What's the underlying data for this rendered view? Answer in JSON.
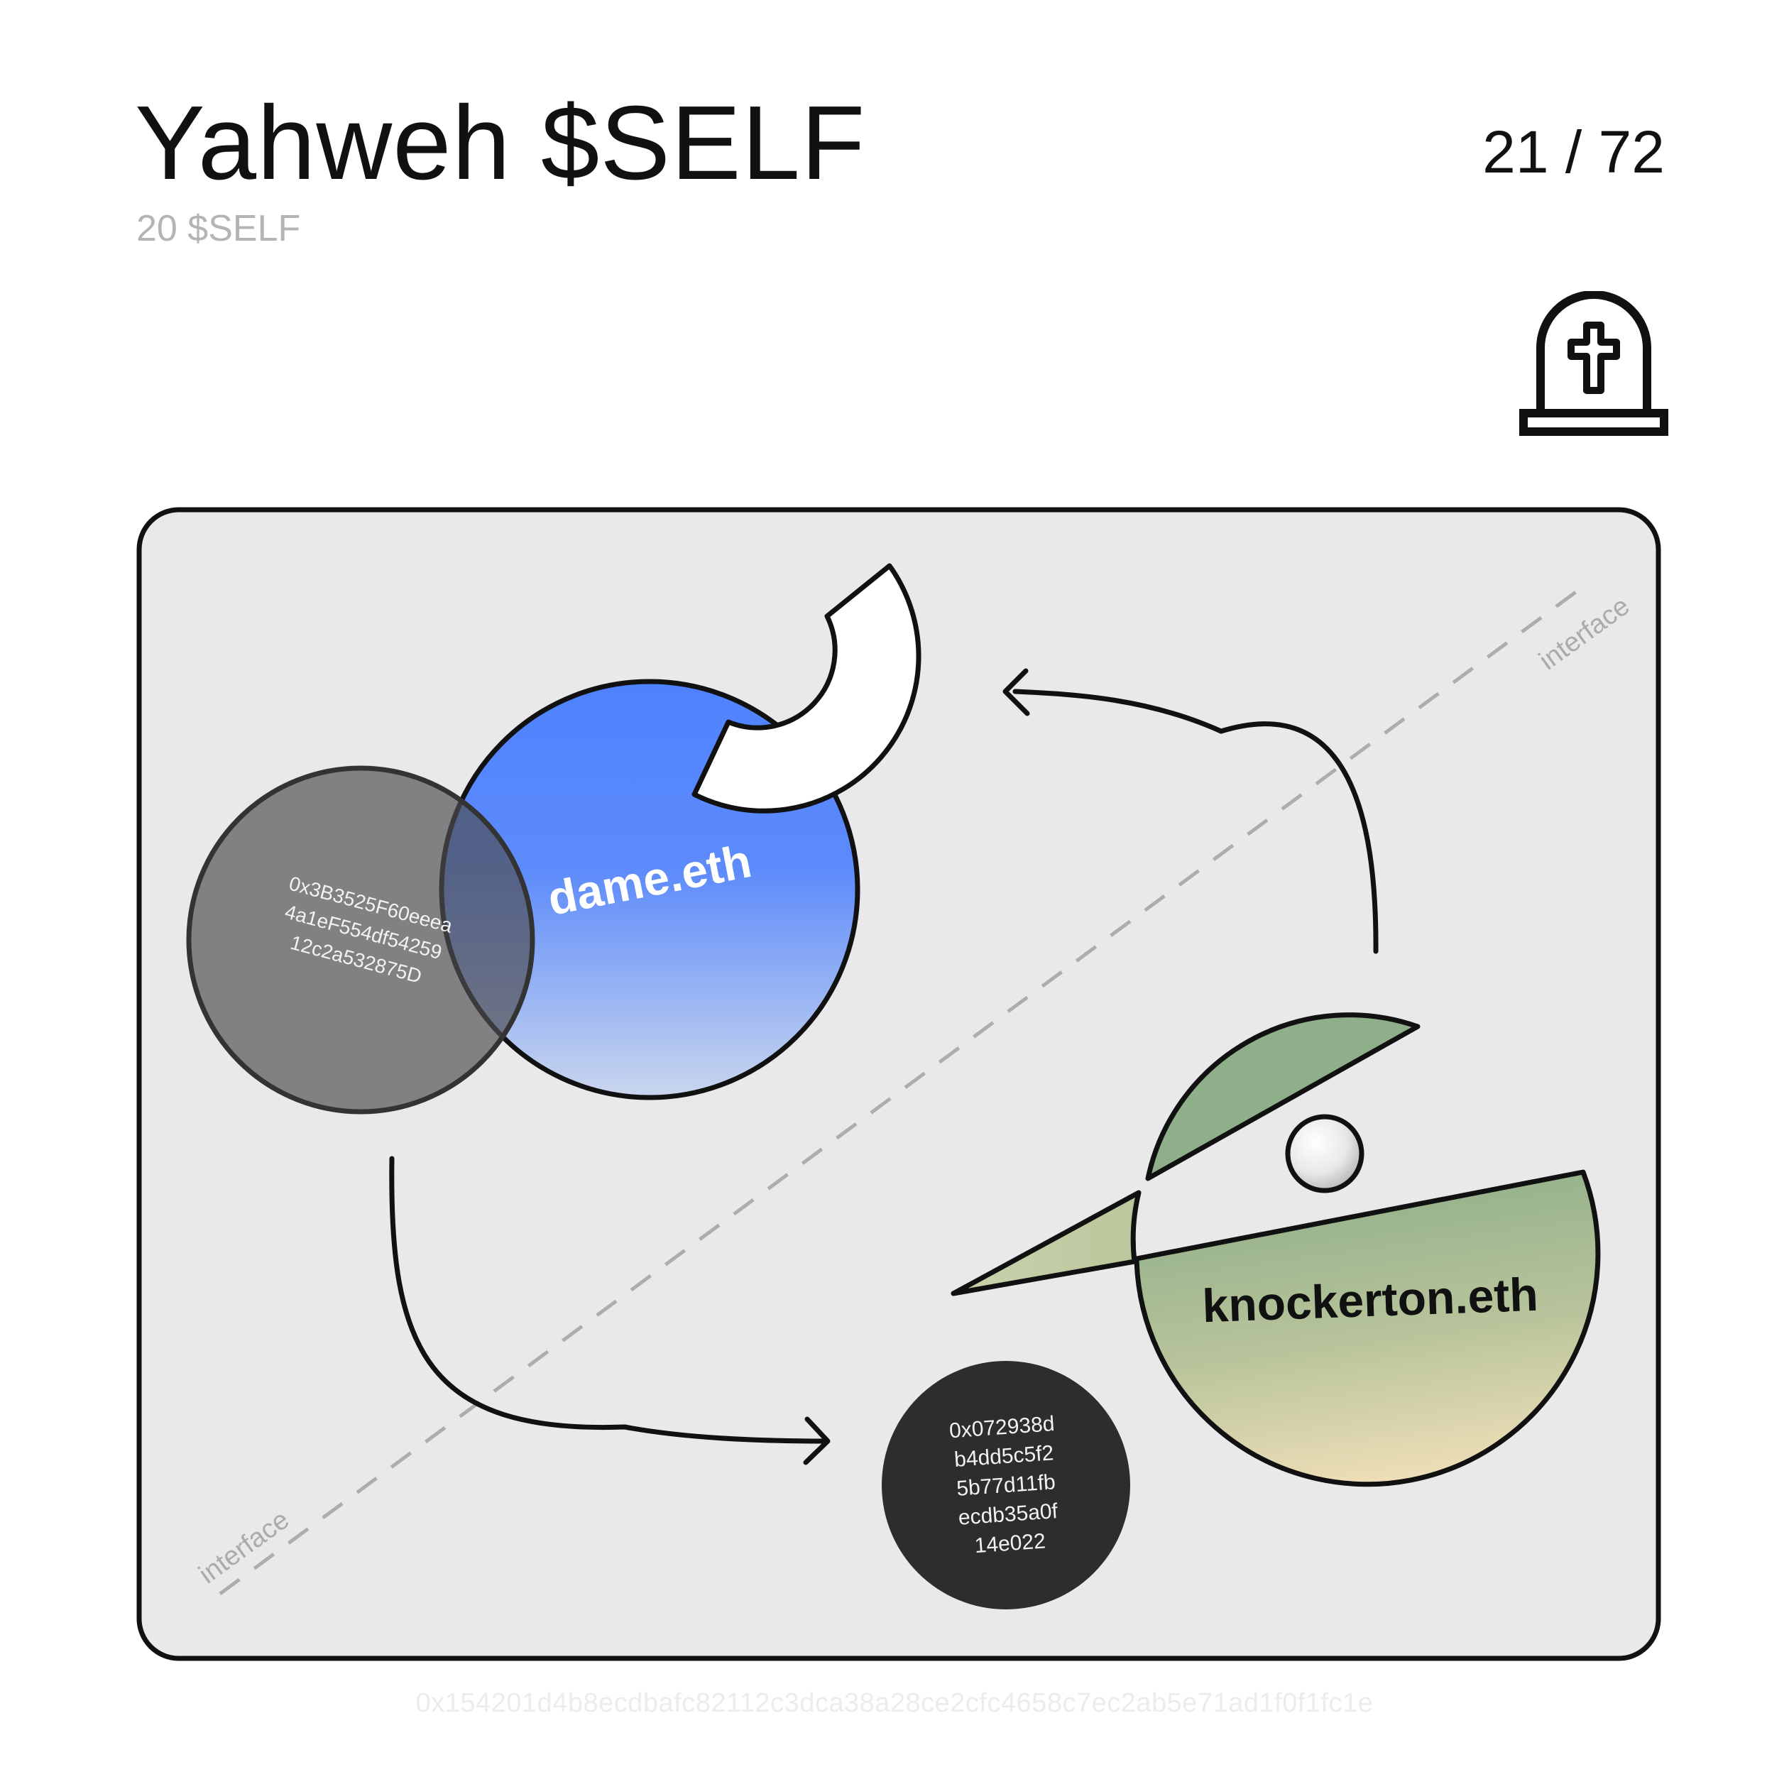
{
  "header": {
    "title": "Yahweh $SELF",
    "subtitle": "20 $SELF",
    "counter": "21 / 72"
  },
  "icons": {
    "status": "tombstone-cross-icon"
  },
  "diagram": {
    "interface_label_top": "interface",
    "interface_label_bottom": "interface",
    "entity_a": {
      "name": "dame.eth",
      "address_lines": [
        "0x3B3525F60eeea",
        "4a1eF554df54259",
        "12c2a532875D"
      ]
    },
    "entity_b": {
      "name": "knockerton.eth",
      "address_lines": [
        "0x072938d",
        "b4dd5c5f2",
        "5b77d11fb",
        "ecdb35a0f",
        "14e022"
      ]
    },
    "colors": {
      "panel_bg": "#e9e8eb",
      "blue_top": "#4f82ff",
      "blue_bottom": "#c8d5ef",
      "green_top": "#8fb08a",
      "green_bottom": "#ecdfba",
      "gray_circle": "#6f6e70",
      "dark_circle": "#2d2d2f",
      "dashed_line": "#adadad"
    }
  },
  "footer": {
    "hash": "0x154201d4b8ecdbafc82112c3dca38a28ce2cfc4658c7ec2ab5e71ad1f0f1fc1e"
  }
}
